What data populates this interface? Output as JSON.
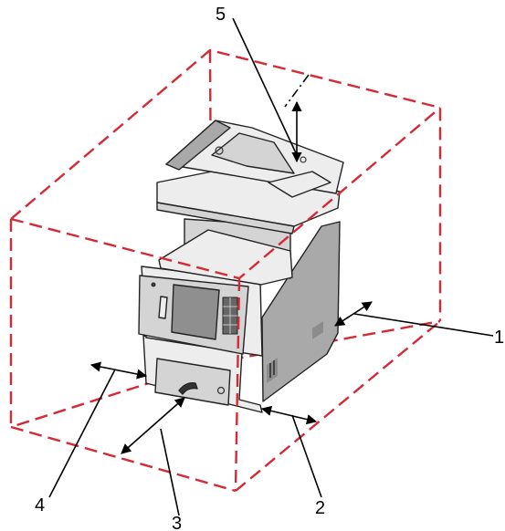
{
  "diagram": {
    "callouts": [
      {
        "id": "1",
        "label": "1"
      },
      {
        "id": "2",
        "label": "2"
      },
      {
        "id": "3",
        "label": "3"
      },
      {
        "id": "4",
        "label": "4"
      },
      {
        "id": "5",
        "label": "5"
      }
    ],
    "colors": {
      "clearance_boundary": "#d42a36",
      "printer_light": "#ededed",
      "printer_mid": "#d4d4d4",
      "printer_dark": "#a9a9a9",
      "printer_shadow": "#8c8c8c",
      "screen": "#8f8f8f",
      "leader_line": "#000000"
    },
    "icons": [
      "printer-illustration",
      "clearance-box",
      "double-arrow"
    ]
  }
}
